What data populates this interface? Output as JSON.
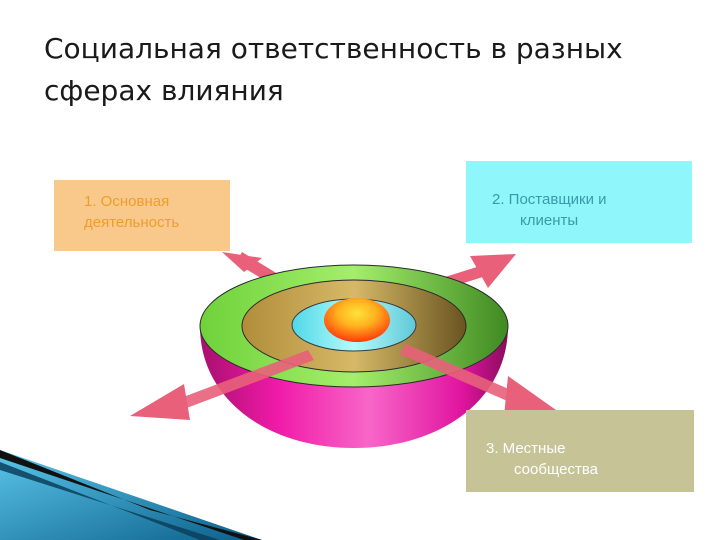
{
  "title": {
    "line1": "Социальная ответственность в разных",
    "line2": "сферах влияния"
  },
  "spheres": [
    {
      "id": "1",
      "lines": [
        "1. Основная",
        "деятельность"
      ],
      "color": "#f8c98a"
    },
    {
      "id": "2",
      "lines": [
        "2. Поставщики и",
        "клиенты"
      ],
      "color": "#8ff6fb"
    },
    {
      "id": "3",
      "lines": [
        "3.  Местные",
        "сообщества"
      ],
      "color": "#c6c497"
    }
  ],
  "colors": {
    "arrow": "#e8607a",
    "outer_ring": "#8ee05a",
    "middle_ring": "#c9a84a",
    "inner_ring": "#7cf2f2",
    "core": "#ff5a14",
    "bowl": "#f01aa8",
    "corner_accent": "#1c8fbf"
  }
}
